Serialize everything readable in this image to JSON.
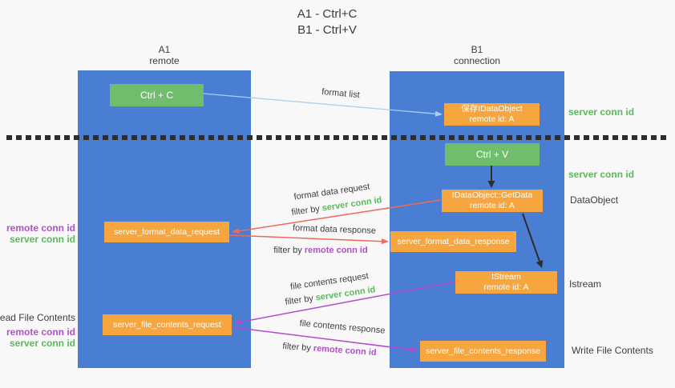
{
  "title_lines": [
    "A1 - Ctrl+C",
    "B1 - Ctrl+V"
  ],
  "columns": {
    "left": {
      "name": "A1",
      "role": "remote"
    },
    "right": {
      "name": "B1",
      "role": "connection"
    }
  },
  "nodes": {
    "ctrl_c": {
      "label": "Ctrl + C"
    },
    "ctrl_v": {
      "label": "Ctrl + V"
    },
    "save_dataobject": {
      "line1": "保存IDataObject",
      "line2": "remote id: A"
    },
    "getdata": {
      "line1": "IDataObject::GetData",
      "line2": "remote id: A"
    },
    "format_request": {
      "label": "server_format_data_request"
    },
    "format_response": {
      "label": "server_format_data_response"
    },
    "istream": {
      "line1": "IStream",
      "line2": "remote id: A"
    },
    "file_request": {
      "label": "server_file_contents_request"
    },
    "file_response": {
      "label": "server_file_contents_response"
    }
  },
  "arrows": {
    "format_list": {
      "label": "format list"
    },
    "format_data_request": {
      "label": "format data request",
      "filter_prefix": "filter by ",
      "filter_key": "server conn id"
    },
    "format_data_response": {
      "label": "format data response",
      "filter_prefix": "filter by ",
      "filter_key": "remote conn id"
    },
    "file_contents_request": {
      "label": "file contents request",
      "filter_prefix": "filter by ",
      "filter_key": "server conn id"
    },
    "file_contents_response": {
      "label": "file contents response",
      "filter_prefix": "filter by ",
      "filter_key": "remote conn id"
    }
  },
  "annotations": {
    "right_server_conn_id_1": "server conn id",
    "right_server_conn_id_2": "server conn id",
    "right_dataobject": "DataObject",
    "right_istream": "Istream",
    "right_write_file": "Write File Contents",
    "left_remote_conn_id_1": "remote conn id",
    "left_server_conn_id_1": "server conn id",
    "left_read_file": "Read File Contents",
    "left_remote_conn_id_2": "remote conn id",
    "left_server_conn_id_2": "server conn id"
  },
  "colors": {
    "column_blue": "#4a7ed2",
    "box_green": "#70be6d",
    "box_orange": "#f7a63f",
    "text_green": "#5cb85c",
    "text_purple": "#b04fc8",
    "arrow_lightblue": "#a8d0f2",
    "arrow_red": "#ec6a5e",
    "arrow_purple": "#b44bcd",
    "arrow_black": "#2d2d2d"
  }
}
